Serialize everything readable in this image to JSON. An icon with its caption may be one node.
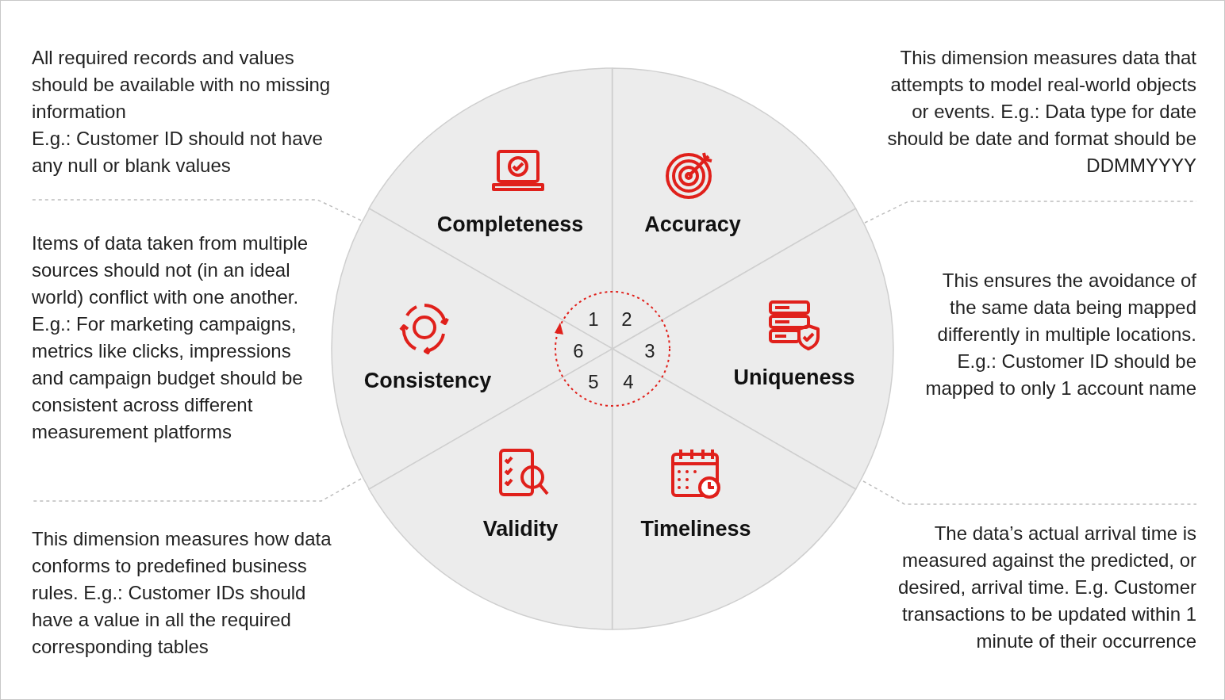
{
  "diagram": {
    "nodes": [
      {
        "text": [],
        "shape": "circle"
      },
      {
        "text": [
          "Completeness"
        ],
        "in": 0,
        "beside": [
          "All required records and values should be available with no missing information",
          "E.g.: Customer ID should not have any null or blank values"
        ]
      },
      {
        "text": [
          "Accuracy"
        ],
        "in": 0,
        "beside": [
          "This dimension measures data that attempts to model real-world objects or events. E.g.: Data type for date should be date and format should be DDMMYYYY"
        ]
      },
      {
        "text": [
          "Consistency"
        ],
        "in": 0,
        "beside": [
          "Items of data taken from multiple sources should not (in an ideal world) conflict with one another. E.g.: For marketing campaigns, metrics like clicks, impressions and campaign budget should be consistent across different measurement platforms"
        ]
      },
      {
        "text": [
          "Uniqueness"
        ],
        "in": 0,
        "beside": [
          "This ensures the avoidance of the same data being mapped differently in multiple locations. E.g.: Customer ID should be mapped to only 1 account name"
        ]
      },
      {
        "text": [
          "Validity"
        ],
        "in": 0,
        "beside": [
          "This dimension measures how data conforms to predefined business rules. E.g.: Customer IDs should have a value in all the required corresponding tables"
        ]
      },
      {
        "text": [
          "Timeliness"
        ],
        "in": 0,
        "beside": [
          "The data’s actual arrival time is measured against the predicted, or desired, arrival time. E.g. Customer transactions to be updated within 1 minute of their occurrence"
        ]
      },
      {
        "text": [
          "1",
          "2",
          "3",
          "4",
          "5",
          "6"
        ],
        "in": 0
      }
    ],
    "edges": []
  }
}
